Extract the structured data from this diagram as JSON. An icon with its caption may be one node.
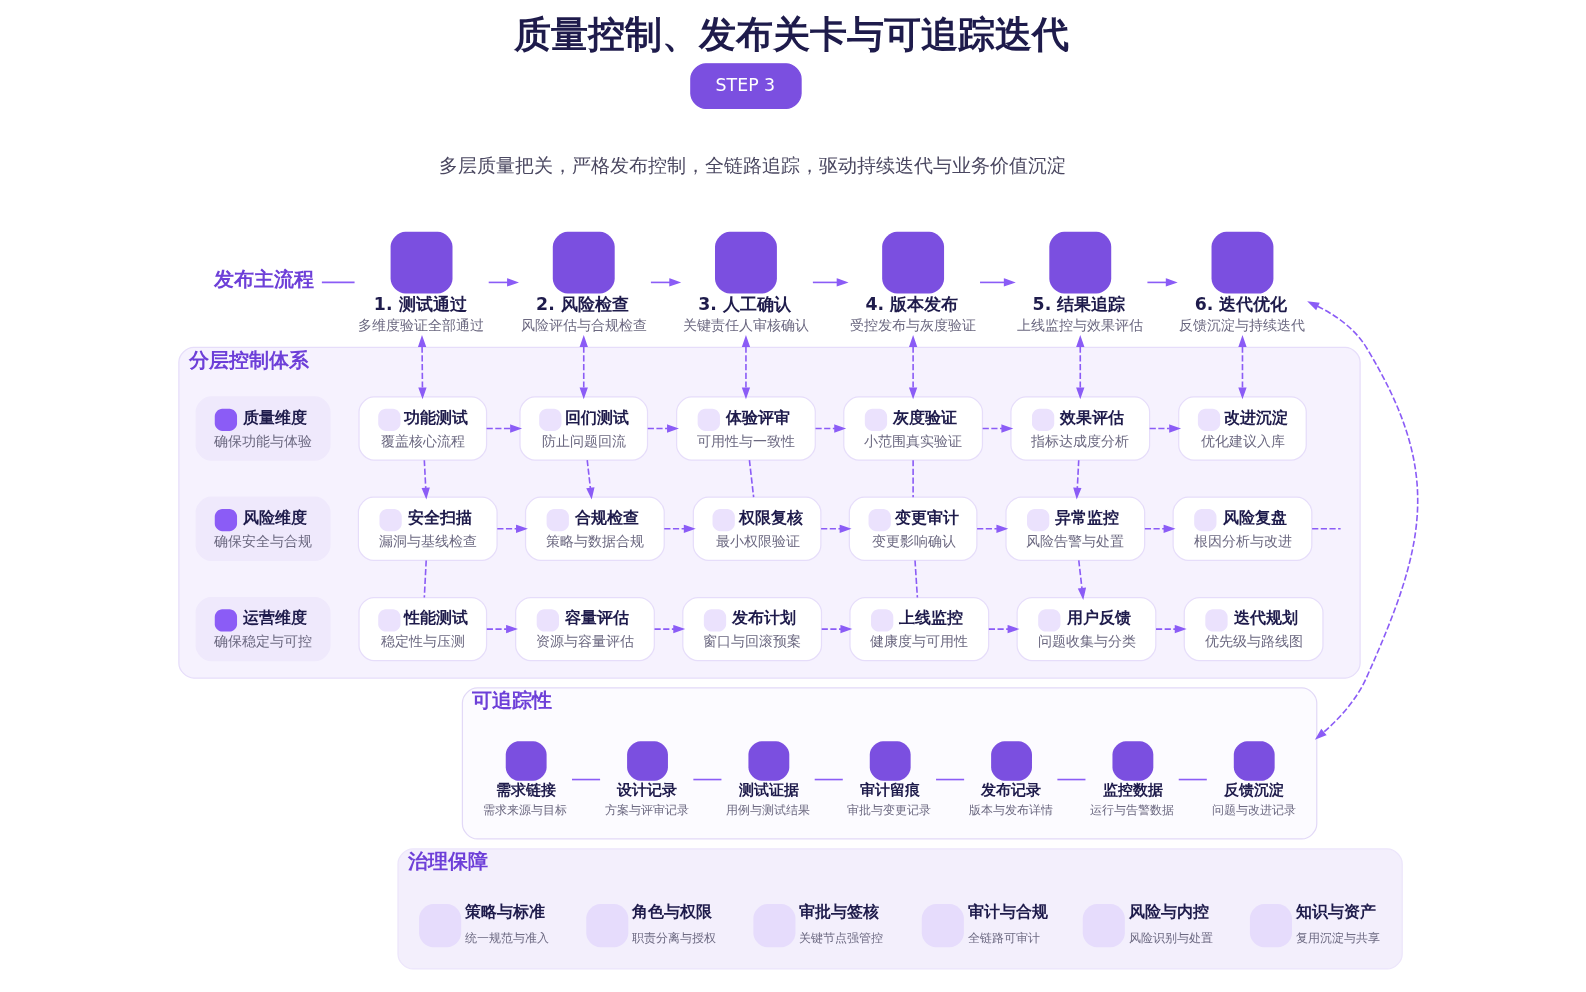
{
  "diagram": {
    "title": "质量控制、发布关卡与可追踪迭代",
    "nodes": [
      {
        "text": [
          "STEP 3"
        ]
      },
      {
        "text": [
          "发布主流程"
        ]
      },
      {
        "text": [
          "1. 测试通过",
          "多维度验证全部通过"
        ]
      },
      {
        "text": [
          "2. 风险检查",
          "风险评估与合规检查"
        ]
      },
      {
        "text": [
          "3. 人工确认",
          "关键责任人审核确认"
        ]
      },
      {
        "text": [
          "4. 版本发布",
          "受控发布与灰度验证"
        ]
      },
      {
        "text": [
          "5. 结果追踪",
          "上线监控与效果评估"
        ]
      },
      {
        "text": [
          "6. 迭代优化",
          "反馈沉淀与持续迭代"
        ]
      },
      {
        "text": [
          "分层控制体系"
        ]
      },
      {
        "text": [
          "质量维度",
          "确保功能与体验"
        ],
        "in": 8
      },
      {
        "text": [
          "功能测试",
          "覆盖核心流程"
        ],
        "in": 8
      },
      {
        "text": [
          "回们测试",
          "防止问题回流"
        ],
        "in": 8
      },
      {
        "text": [
          "体验评审",
          "可用性与一致性"
        ],
        "in": 8
      },
      {
        "text": [
          "灰度验证",
          "小范围真实验证"
        ],
        "in": 8
      },
      {
        "text": [
          "效果评估",
          "指标达成度分析"
        ],
        "in": 8
      },
      {
        "text": [
          "改进沉淀",
          "优化建议入库"
        ],
        "in": 8
      },
      {
        "text": [
          "风险维度",
          "确保安全与合规"
        ],
        "in": 8
      },
      {
        "text": [
          "安全扫描",
          "漏洞与基线检查"
        ],
        "in": 8
      },
      {
        "text": [
          "合规检查",
          "策略与数据合规"
        ],
        "in": 8
      },
      {
        "text": [
          "权限复核",
          "最小权限验证"
        ],
        "in": 8
      },
      {
        "text": [
          "变更审计",
          "变更影响确认"
        ],
        "in": 8
      },
      {
        "text": [
          "异常监控",
          "风险告警与处置"
        ],
        "in": 8
      },
      {
        "text": [
          "风险复盘",
          "根因分析与改进"
        ],
        "in": 8
      },
      {
        "text": [
          "运营维度",
          "确保稳定与可控"
        ],
        "in": 8
      },
      {
        "text": [
          "性能测试",
          "稳定性与压测"
        ],
        "in": 8
      },
      {
        "text": [
          "容量评估",
          "资源与容量评估"
        ],
        "in": 8
      },
      {
        "text": [
          "发布计划",
          "窗口与回滚预案"
        ],
        "in": 8
      },
      {
        "text": [
          "上线监控",
          "健康度与可用性"
        ],
        "in": 8
      },
      {
        "text": [
          "用户反馈",
          "问题收集与分类"
        ],
        "in": 8
      },
      {
        "text": [
          "迭代规划",
          "优先级与路线图"
        ],
        "in": 8
      },
      {
        "text": [
          "可追踪性"
        ]
      },
      {
        "text": [
          "需求链接",
          "需求来源与目标"
        ],
        "in": 30
      },
      {
        "text": [
          "设计记录",
          "方案与评审记录"
        ],
        "in": 30
      },
      {
        "text": [
          "测试证据",
          "用例与测试结果"
        ],
        "in": 30
      },
      {
        "text": [
          "审计留痕",
          "审批与变更记录"
        ],
        "in": 30
      },
      {
        "text": [
          "发布记录",
          "版本与发布详情"
        ],
        "in": 30
      },
      {
        "text": [
          "监控数据",
          "运行与告警数据"
        ],
        "in": 30
      },
      {
        "text": [
          "反馈沉淀",
          "问题与改进记录"
        ],
        "in": 30
      },
      {
        "text": [
          "治理保障"
        ]
      },
      {
        "text": [
          "策略与标准",
          "统一规范与准入"
        ],
        "in": 38
      },
      {
        "text": [
          "角色与权限",
          "职责分离与授权"
        ],
        "in": 38
      },
      {
        "text": [
          "审批与签核",
          "关键节点强管控"
        ],
        "in": 38
      },
      {
        "text": [
          "审计与合规",
          "全链路可审计"
        ],
        "in": 38
      },
      {
        "text": [
          "风险与内控",
          "风险识别与处置"
        ],
        "in": 38
      },
      {
        "text": [
          "知识与资产",
          "复用沉淀与共享"
        ],
        "in": 38
      }
    ],
    "edges": [
      {
        "from": 1,
        "to": 2,
        "arrow": "none"
      },
      {
        "from": 2,
        "to": 3,
        "arrow": "to"
      },
      {
        "from": 3,
        "to": 4,
        "arrow": "to"
      },
      {
        "from": 4,
        "to": 5,
        "arrow": "to"
      },
      {
        "from": 5,
        "to": 6,
        "arrow": "to"
      },
      {
        "from": 6,
        "to": 7,
        "arrow": "to"
      },
      {
        "from": 7,
        "to": 30,
        "arrow": "both",
        "style": "dashed"
      },
      {
        "from": 2,
        "to": 10,
        "arrow": "both",
        "style": "dashed"
      },
      {
        "from": 3,
        "to": 11,
        "arrow": "both",
        "style": "dashed"
      },
      {
        "from": 4,
        "to": 12,
        "arrow": "both",
        "style": "dashed"
      },
      {
        "from": 5,
        "to": 13,
        "arrow": "both",
        "style": "dashed"
      },
      {
        "from": 6,
        "to": 14,
        "arrow": "both",
        "style": "dashed"
      },
      {
        "from": 7,
        "to": 15,
        "arrow": "both",
        "style": "dashed"
      },
      {
        "from": 10,
        "to": 11,
        "arrow": "to",
        "style": "dashed"
      },
      {
        "from": 11,
        "to": 12,
        "arrow": "to",
        "style": "dashed"
      },
      {
        "from": 12,
        "to": 13,
        "arrow": "to",
        "style": "dashed"
      },
      {
        "from": 13,
        "to": 14,
        "arrow": "to",
        "style": "dashed"
      },
      {
        "from": 14,
        "to": 15,
        "arrow": "to",
        "style": "dashed"
      },
      {
        "from": 10,
        "to": 17,
        "arrow": "to",
        "style": "dashed"
      },
      {
        "from": 11,
        "to": 18,
        "arrow": "to",
        "style": "dashed"
      },
      {
        "from": 12,
        "to": 19,
        "arrow": "none",
        "style": "dashed"
      },
      {
        "from": 13,
        "to": 20,
        "arrow": "none",
        "style": "dashed"
      },
      {
        "from": 14,
        "to": 21,
        "arrow": "to",
        "style": "dashed"
      },
      {
        "from": 17,
        "to": 18,
        "arrow": "to",
        "style": "dashed"
      },
      {
        "from": 18,
        "to": 19,
        "arrow": "to",
        "style": "dashed"
      },
      {
        "from": 19,
        "to": 20,
        "arrow": "to",
        "style": "dashed"
      },
      {
        "from": 20,
        "to": 21,
        "arrow": "to",
        "style": "dashed"
      },
      {
        "from": 21,
        "to": 22,
        "arrow": "to",
        "style": "dashed"
      },
      {
        "from": 22,
        "to": null,
        "arrow": "none",
        "style": "dashed"
      },
      {
        "from": 17,
        "to": 24,
        "arrow": "none",
        "style": "dashed"
      },
      {
        "from": 20,
        "to": 27,
        "arrow": "none",
        "style": "dashed"
      },
      {
        "from": 21,
        "to": 28,
        "arrow": "to",
        "style": "dashed"
      },
      {
        "from": 24,
        "to": 25,
        "arrow": "to",
        "style": "dashed"
      },
      {
        "from": 25,
        "to": 26,
        "arrow": "to",
        "style": "dashed"
      },
      {
        "from": 26,
        "to": 27,
        "arrow": "to",
        "style": "dashed"
      },
      {
        "from": 27,
        "to": 28,
        "arrow": "to",
        "style": "dashed"
      },
      {
        "from": 28,
        "to": 29,
        "arrow": "to",
        "style": "dashed"
      },
      {
        "from": 31,
        "to": 32,
        "arrow": "none"
      },
      {
        "from": 32,
        "to": 33,
        "arrow": "none"
      },
      {
        "from": 33,
        "to": 34,
        "arrow": "none"
      },
      {
        "from": 34,
        "to": 35,
        "arrow": "none"
      },
      {
        "from": 35,
        "to": 36,
        "arrow": "none"
      },
      {
        "from": 36,
        "to": 37,
        "arrow": "none"
      }
    ],
    "labels": [
      "多层质量把关，严格发布控制，全链路追踪，驱动持续迭代与业务价值沉淀"
    ]
  }
}
